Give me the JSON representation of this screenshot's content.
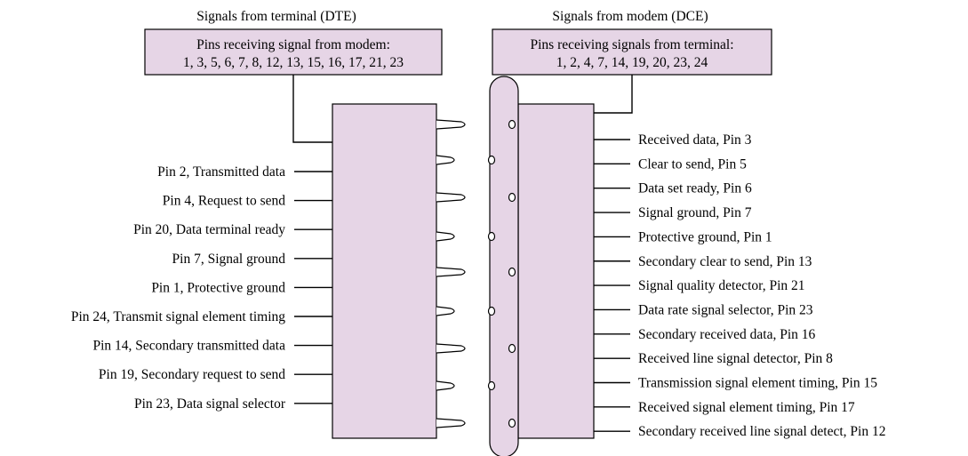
{
  "dte": {
    "header": "Signals from terminal (DTE)",
    "box_line1": "Pins receiving signal from modem:",
    "box_line2": "1, 3, 5, 6, 7, 8, 12, 13, 15, 16, 17, 21, 23",
    "signals": [
      "Pin 2, Transmitted data",
      "Pin 4, Request to send",
      "Pin 20, Data terminal ready",
      "Pin 7, Signal ground",
      "Pin 1, Protective ground",
      "Pin 24, Transmit signal element timing",
      "Pin 14, Secondary transmitted data",
      "Pin 19, Secondary request to send",
      "Pin 23, Data signal selector"
    ]
  },
  "dce": {
    "header": "Signals from modem (DCE)",
    "box_line1": "Pins receiving signals from terminal:",
    "box_line2": "1, 2, 4, 7, 14, 19, 20, 23, 24",
    "signals": [
      "Received data, Pin 3",
      "Clear to send, Pin 5",
      "Data set ready, Pin 6",
      "Signal ground, Pin 7",
      "Protective ground, Pin 1",
      "Secondary clear to send, Pin 13",
      "Signal quality detector, Pin 21",
      "Data rate signal selector, Pin 23",
      "Secondary received data, Pin 16",
      "Received line signal detector, Pin 8",
      "Transmission signal element timing, Pin 15",
      "Received signal element timing, Pin 17",
      "Secondary received line signal detect, Pin 12"
    ]
  },
  "colors": {
    "box_fill": "#e6d5e6",
    "stroke": "#000000"
  }
}
